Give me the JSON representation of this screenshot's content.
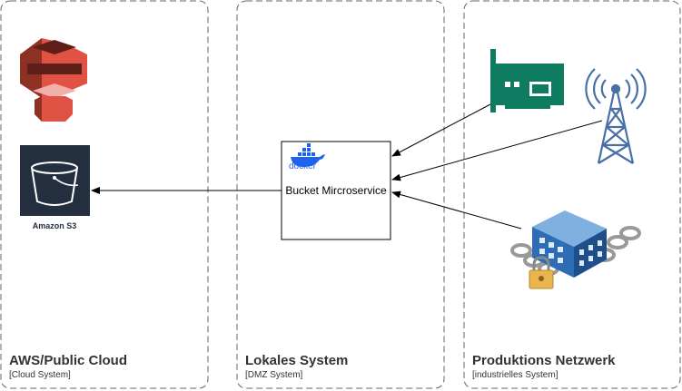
{
  "boundaries": [
    {
      "title": "AWS/Public Cloud",
      "subtitle": "[Cloud System]"
    },
    {
      "title": "Lokales System",
      "subtitle": "[DMZ System]"
    },
    {
      "title": "Produktions Netzwerk",
      "subtitle": "[industrielles System]"
    }
  ],
  "aws": {
    "s3_label": "Amazon S3",
    "s3_icon": "amazon-s3-icon",
    "bucket_icon": "s3-bucket-icon"
  },
  "service": {
    "label": "Bucket Mircroservice",
    "docker_text": "docker",
    "docker_icon": "docker-whale-icon"
  },
  "production": {
    "icons": [
      "network-card-icon",
      "radio-tower-icon",
      "secured-factory-icon"
    ]
  },
  "colors": {
    "aws_red": "#E05243",
    "aws_dark": "#232F3E",
    "network_card": "#0E7A5F",
    "tower": "#4A6FA5",
    "factory": "#2E6DB4",
    "lock": "#E8B64C",
    "docker": "#1D63ED"
  }
}
